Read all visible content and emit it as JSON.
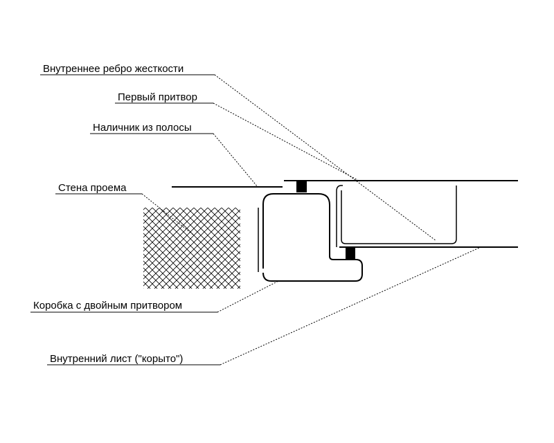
{
  "labels": {
    "inner_rib": "Внутреннее ребро жесткости",
    "first_rebate": "Первый притвор",
    "trim_strip": "Наличник из полосы",
    "wall": "Стена проема",
    "frame": "Коробка с двойным притвором",
    "inner_sheet": "Внутренний лист (\"корыто\")"
  },
  "colors": {
    "line": "#000000",
    "background": "#ffffff"
  }
}
